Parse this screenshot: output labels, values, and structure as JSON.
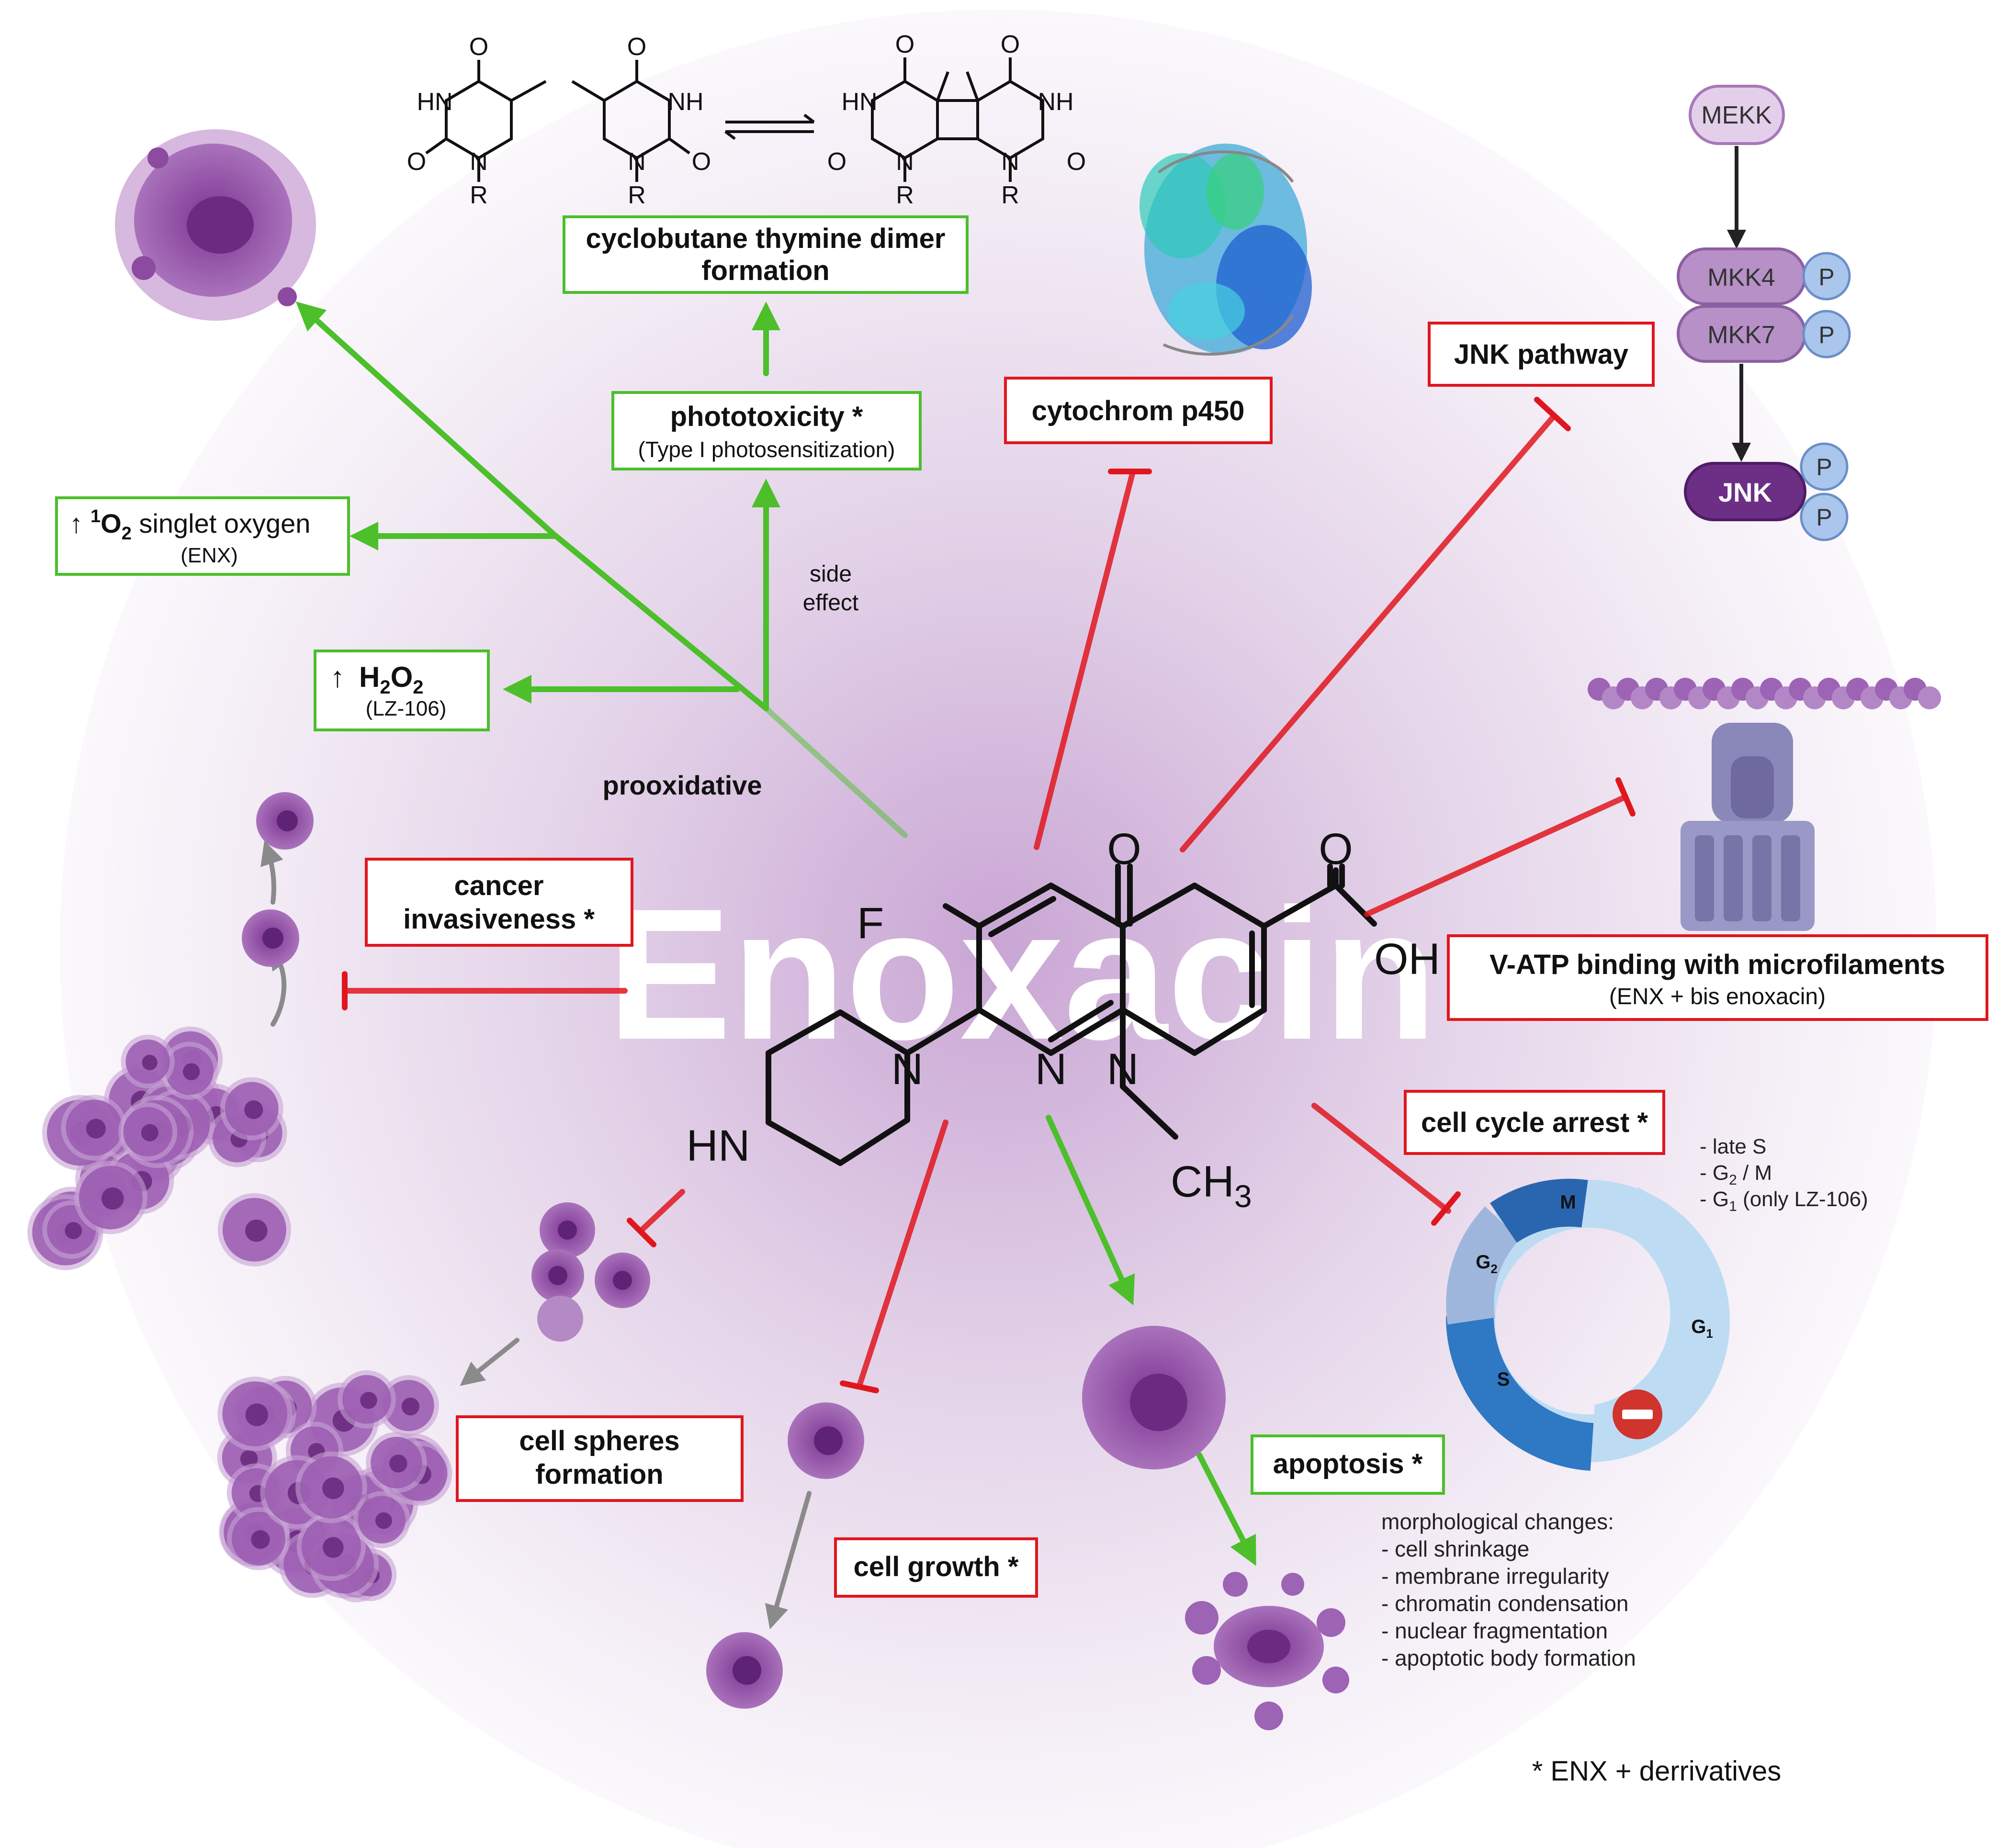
{
  "center_label": "Enoxacin",
  "molecule": {
    "o_ketone": "O",
    "o_acid": "O",
    "oh": "OH",
    "f": "F",
    "n_ring1": "N",
    "n_ring2": "N",
    "n_pip": "N",
    "hn": "HN",
    "ch3": "CH",
    "ch3_sub": "3"
  },
  "thymine": {
    "o": "O",
    "hn": "HN",
    "nh": "NH",
    "n": "N",
    "r": "R"
  },
  "boxes": {
    "cyclobutane": [
      "cyclobutane thymine dimer",
      "formation"
    ],
    "phototoxicity": {
      "title": "phototoxicity *",
      "sub": "(Type I photosensitization)"
    },
    "singlet": {
      "arrow": "↑",
      "sup": "1",
      "o": "O",
      "sub": "2",
      "rest": " singlet oxygen",
      "note": "(ENX)"
    },
    "h2o2": {
      "arrow": "↑",
      "h": "H",
      "sub1": "2",
      "o": "O",
      "sub2": "2",
      "note": "(LZ-106)"
    },
    "cytochrom": "cytochrom p450",
    "jnk": "JNK pathway",
    "vatp": {
      "title": "V-ATP binding with microfilaments",
      "sub": "(ENX + bis enoxacin)"
    },
    "cancer": [
      "cancer",
      "invasiveness *"
    ],
    "cellcycle": "cell cycle arrest *",
    "spheres": [
      "cell spheres",
      "formation"
    ],
    "growth": "cell growth *",
    "apoptosis": "apoptosis *"
  },
  "labels": {
    "side_effect": [
      "side",
      "effect"
    ],
    "prooxidative": "prooxidative",
    "footnote": "* ENX + derrivatives"
  },
  "cascade": {
    "mekk": "MEKK",
    "mkk4": "MKK4",
    "mkk7": "MKK7",
    "jnk": "JNK",
    "p": "P"
  },
  "cell_cycle": {
    "phases": {
      "m": "M",
      "g2": "G",
      "g2_sub": "2",
      "s": "S",
      "g1": "G",
      "g1_sub": "1"
    },
    "notes": [
      {
        "dash": "- ",
        "main": "late S",
        "sub": "",
        "rest": ""
      },
      {
        "dash": "- ",
        "main": "G",
        "sub": "2",
        "rest": " / M"
      },
      {
        "dash": "- ",
        "main": "G",
        "sub": "1",
        "rest": " (only LZ-106)"
      }
    ]
  },
  "apoptosis_notes": [
    "morphological changes:",
    "- cell shrinkage",
    "- membrane irregularity",
    "- chromatin condensation",
    "- nuclear fragmentation",
    "- apoptotic body formation"
  ],
  "colors": {
    "inhibit": "#e0161e",
    "promote": "#4cbf2b",
    "cell": "#8c4aa0",
    "kinase": "#a678b8"
  }
}
